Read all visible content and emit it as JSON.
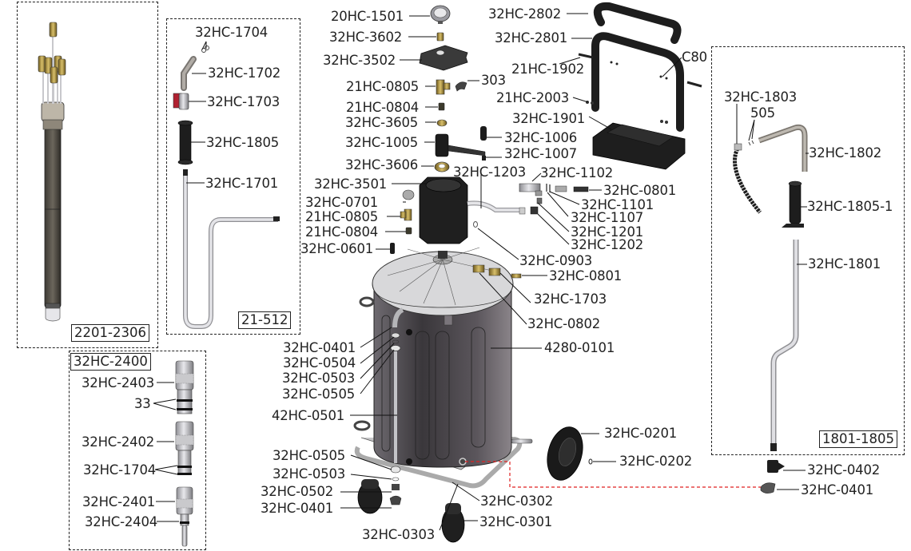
{
  "diagram": {
    "title": "Exploded parts view - waste oil extractor",
    "groups": [
      {
        "id": "probe-set",
        "tag": "2201-2306"
      },
      {
        "id": "hose-kit",
        "tag": "21-512"
      },
      {
        "id": "adapter-set",
        "tag": "32HC-2400"
      },
      {
        "id": "suction-wand",
        "tag": "1801-1805"
      }
    ],
    "labels": {
      "hose_kit": {
        "p1704": "32HC-1704",
        "p1702": "32HC-1702",
        "p1703": "32HC-1703",
        "p1805": "32HC-1805",
        "p1701": "32HC-1701"
      },
      "adapter_set": {
        "p2403": "32HC-2403",
        "p33": "33",
        "p2402": "32HC-2402",
        "p1704": "32HC-1704",
        "p2401": "32HC-2401",
        "p2404": "32HC-2404"
      },
      "top_assembly": {
        "p1501": "20HC-1501",
        "p3602": "32HC-3602",
        "p3502": "32HC-3502",
        "p0805a": "21HC-0805",
        "p303": "303",
        "p0804a": "21HC-0804",
        "p3605": "32HC-3605",
        "p1005": "32HC-1005",
        "p1006": "32HC-1006",
        "p1007": "32HC-1007",
        "p3606": "32HC-3606",
        "p1203": "32HC-1203",
        "p1102": "32HC-1102",
        "p3501": "32HC-3501",
        "p0801a": "32HC-0801",
        "p1101": "32HC-1101",
        "p0701": "32HC-0701",
        "p1107": "32HC-1107",
        "p0805b": "21HC-0805",
        "p1201": "32HC-1201",
        "p0804b": "21HC-0804",
        "p1202": "32HC-1202",
        "p0601": "32HC-0601",
        "p0903": "32HC-0903",
        "p0801b": "32HC-0801",
        "p1703": "32HC-1703",
        "p0802": "32HC-0802"
      },
      "handle": {
        "p2802": "32HC-2802",
        "p2801": "32HC-2801",
        "pC80": "C80",
        "p1902": "21HC-1902",
        "p2003": "21HC-2003",
        "p1901": "32HC-1901"
      },
      "tank": {
        "p0401a": "32HC-0401",
        "p0504": "32HC-0504",
        "p0503a": "32HC-0503",
        "p0505a": "32HC-0505",
        "p4280": "4280-0101",
        "p0501": "42HC-0501",
        "p0505b": "32HC-0505",
        "p0503b": "32HC-0503",
        "p0502": "32HC-0502",
        "p0401b": "32HC-0401",
        "p0201": "32HC-0201",
        "p0202": "32HC-0202",
        "p0302": "32HC-0302",
        "p0301": "32HC-0301",
        "p0303": "32HC-0303"
      },
      "wand": {
        "p1803": "32HC-1803",
        "p505": "505",
        "p1802": "32HC-1802",
        "p18051": "32HC-1805-1",
        "p1801": "32HC-1801",
        "p0402": "32HC-0402",
        "p0401": "32HC-0401"
      }
    },
    "colors": {
      "tank_dark": "#3e3b3f",
      "tank_light": "#7c777d",
      "lid": "#d9d9db",
      "brass": "#a88c3a",
      "black_part": "#1e1e1e",
      "chrome": "#b8b8bc",
      "link_line": "#e02020"
    }
  }
}
